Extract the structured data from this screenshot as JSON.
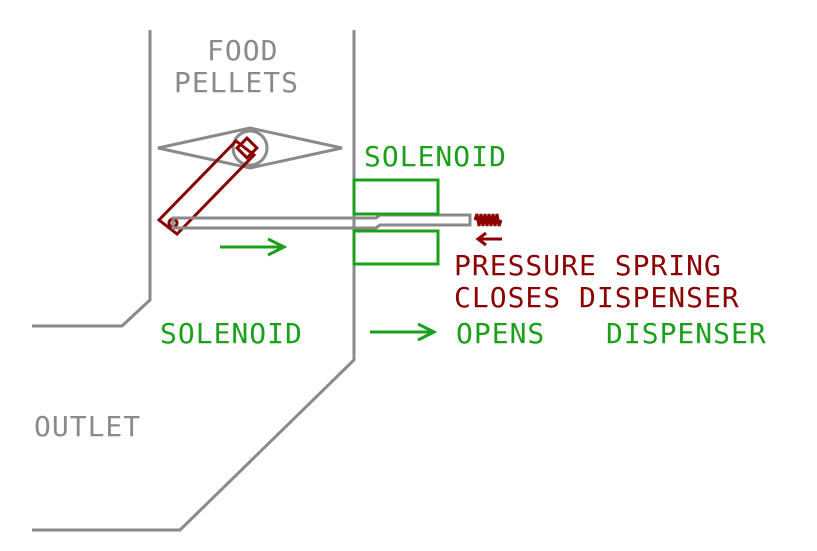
{
  "labels": {
    "food_line1": "FOOD",
    "food_line2": "PELLETS",
    "solenoid_top": "SOLENOID",
    "spring_line1": "PRESSURE SPRING",
    "spring_line2": "CLOSES DISPENSER",
    "solenoid_left": "SOLENOID",
    "opens": "OPENS",
    "dispenser": "DISPENSER",
    "outlet": "OUTLET"
  },
  "colors": {
    "structure": "#8a8a8a",
    "solenoid": "#1aa01a",
    "linkage_spring": "#8b0000"
  }
}
